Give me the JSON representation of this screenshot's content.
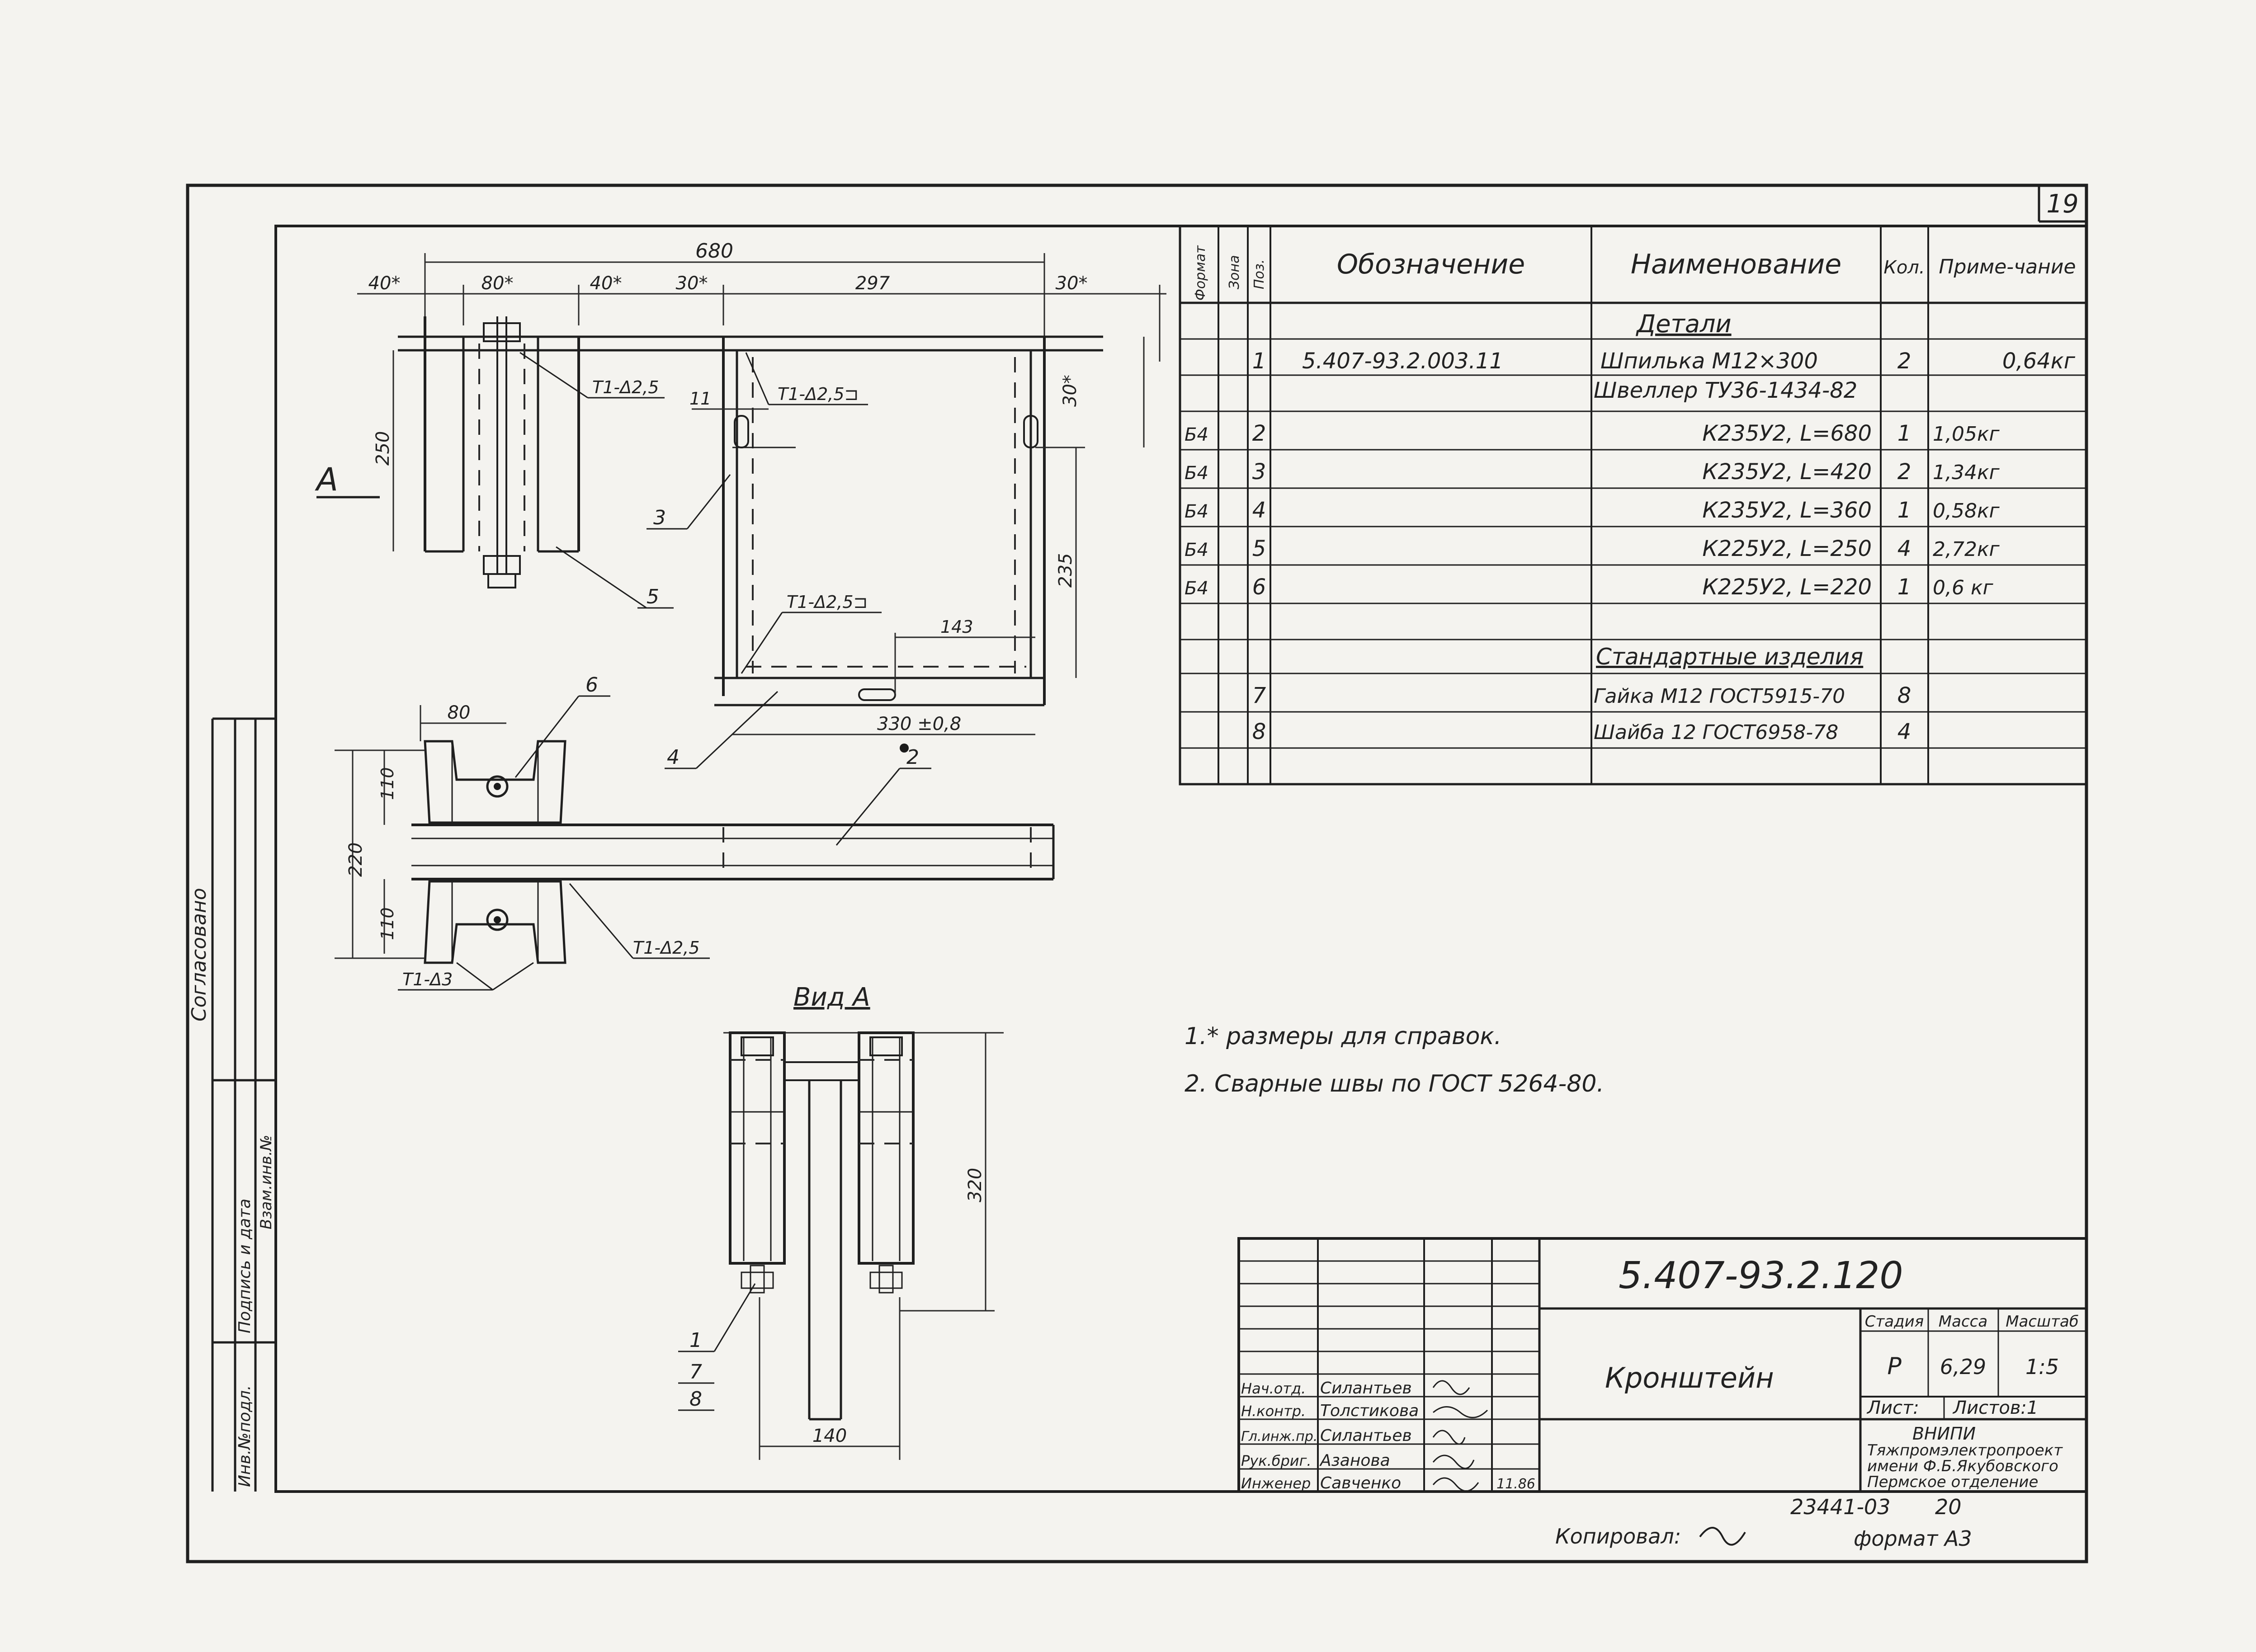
{
  "sheet_number": "19",
  "side_stamp": {
    "agreed": "Согласовано",
    "inv_orig": "Инв.№подл.",
    "sign_date": "Подпись и дата",
    "replaced_inv": "Взам.инв.№"
  },
  "drawing": {
    "dims_top": [
      "680",
      "40*",
      "80*",
      "40*",
      "30*",
      "297",
      "30*"
    ],
    "dim_250": "250",
    "dim_30v": "30*",
    "dim_11": "11",
    "dim_235": "235",
    "dim_143": "143",
    "dim_330": "330 ±0,8",
    "dim_80": "80",
    "dim_110a": "110",
    "dim_220": "220",
    "dim_110b": "110",
    "dim_320": "320",
    "dim_140": "140",
    "weld_1": "Т1-Δ2,5",
    "weld_2": "Т1-Δ2,5⊐",
    "weld_3": "Т1-Δ2,5⊐",
    "weld_4": "Т1-Δ2,5",
    "weld_5": "Т1-Δ3",
    "view_arrow": "А",
    "view_title": "Вид А",
    "pos": [
      "1",
      "2",
      "3",
      "4",
      "5",
      "6",
      "7",
      "8"
    ]
  },
  "spec_table": {
    "headers": [
      "Формат",
      "Зона",
      "Поз.",
      "Обозначение",
      "Наименование",
      "Кол.",
      "Приме-чание"
    ],
    "section_details": "Детали",
    "rows": [
      {
        "fmt": "",
        "pos": "1",
        "code": "5.407-93.2.003.11",
        "name": "Шпилька М12×300",
        "qty": "2",
        "note": "0,64кг"
      },
      {
        "fmt": "",
        "pos": "",
        "code": "",
        "name": "Швеллер ТУ36-1434-82",
        "qty": "",
        "note": ""
      },
      {
        "fmt": "Б4",
        "pos": "2",
        "code": "",
        "name": "К235У2, L=680",
        "qty": "1",
        "note": "1,05кг"
      },
      {
        "fmt": "Б4",
        "pos": "3",
        "code": "",
        "name": "К235У2, L=420",
        "qty": "2",
        "note": "1,34кг"
      },
      {
        "fmt": "Б4",
        "pos": "4",
        "code": "",
        "name": "К235У2, L=360",
        "qty": "1",
        "note": "0,58кг"
      },
      {
        "fmt": "Б4",
        "pos": "5",
        "code": "",
        "name": "К225У2, L=250",
        "qty": "4",
        "note": "2,72кг"
      },
      {
        "fmt": "Б4",
        "pos": "6",
        "code": "",
        "name": "К225У2, L=220",
        "qty": "1",
        "note": "0,6 кг"
      }
    ],
    "section_standard": "Стандартные изделия",
    "std_rows": [
      {
        "pos": "7",
        "name": "Гайка М12 ГОСТ5915-70",
        "qty": "8"
      },
      {
        "pos": "8",
        "name": "Шайба 12 ГОСТ6958-78",
        "qty": "4"
      }
    ]
  },
  "notes": [
    "1.* размеры для справок.",
    "2. Сварные швы по ГОСТ 5264-80."
  ],
  "title_block": {
    "doc_code": "5.407-93.2.120",
    "title": "Кронштейн",
    "stage_label": "Стадия",
    "mass_label": "Масса",
    "scale_label": "Масштаб",
    "stage": "Р",
    "mass": "6,29",
    "scale": "1:5",
    "sheet_label": "Лист:",
    "sheets_label": "Листов:1",
    "org": [
      "ВНИПИ",
      "Тяжпромэлектропроект",
      "имени Ф.Б.Якубовского",
      "Пермское отделение"
    ],
    "people": [
      {
        "role": "Нач.отд.",
        "name": "Силантьев"
      },
      {
        "role": "Н.контр.",
        "name": "Толстикова"
      },
      {
        "role": "Гл.инж.пр.",
        "name": "Силантьев"
      },
      {
        "role": "Рук.бриг.",
        "name": "Азанова"
      },
      {
        "role": "Инженер",
        "name": "Савченко",
        "date": "11.86"
      }
    ]
  },
  "footer": {
    "copied_label": "Копировал:",
    "order_no": "23441-03",
    "sheet_seq": "20",
    "format": "формат А3"
  }
}
